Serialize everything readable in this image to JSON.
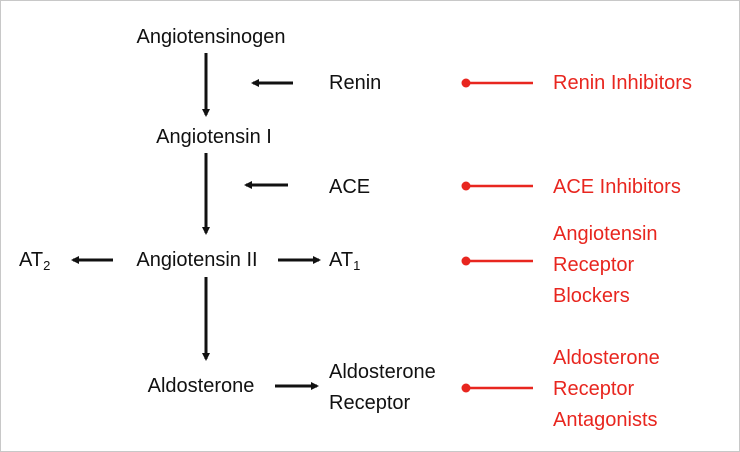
{
  "pathway": {
    "angiotensinogen": "Angiotensinogen",
    "renin": "Renin",
    "angiotensin_1": "Angiotensin I",
    "ace": "ACE",
    "angiotensin_2": "Angiotensin II",
    "at2": {
      "base": "AT",
      "sub": "2"
    },
    "at1": {
      "base": "AT",
      "sub": "1"
    },
    "aldosterone": "Aldosterone",
    "aldosterone_receptor": [
      "Aldosterone",
      "Receptor"
    ]
  },
  "inhibitors": {
    "renin_inhibitors": "Renin Inhibitors",
    "ace_inhibitors": "ACE Inhibitors",
    "arb": [
      "Angiotensin",
      "Receptor",
      "Blockers"
    ],
    "aldosterone_antagonists": [
      "Aldosterone",
      "Receptor",
      "Antagonists"
    ]
  },
  "colors": {
    "pathway": "#111111",
    "inhibitor": "#e8261f"
  }
}
